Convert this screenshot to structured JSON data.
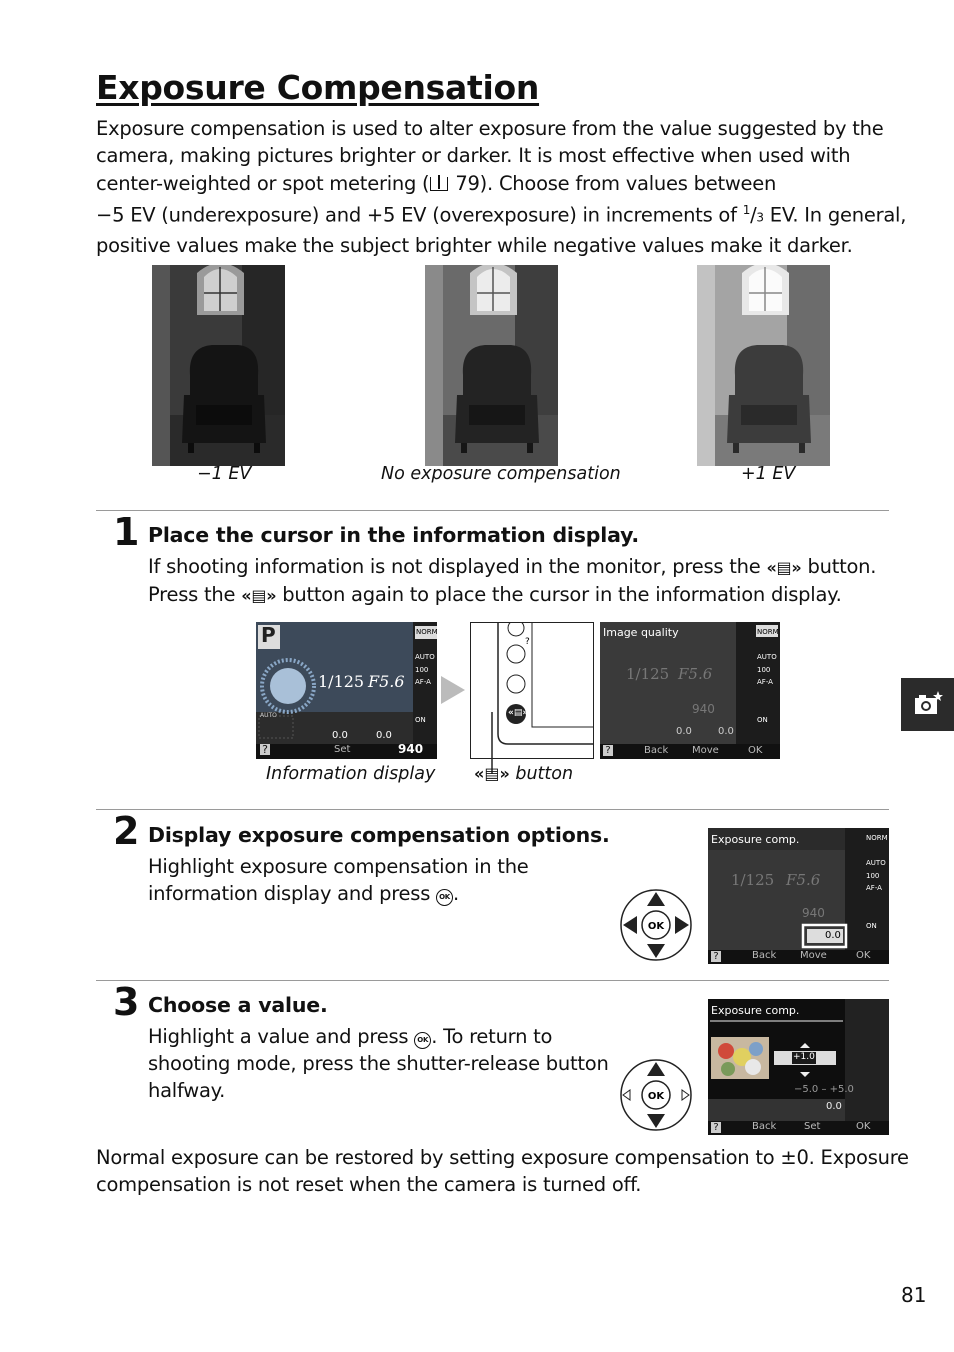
{
  "title": "Exposure Compensation",
  "intro": {
    "line1": "Exposure compensation is used to alter exposure from the value suggested by the",
    "line2": "camera, making pictures brighter or darker.  It is most effective when used with",
    "line3_a": "center-weighted or spot metering (",
    "book_icon": "🕮",
    "line3_b": " 79).  Choose from values between",
    "line4_a": "−5 EV (underexposure) and +5 EV (overexposure) in increments of ",
    "frac_num": "1",
    "frac_den": "3",
    "line4_b": " EV.  In general,",
    "line5": "positive values make the subject brighter while negative values make it darker."
  },
  "photos": {
    "captions": [
      "−1 EV",
      "No exposure compensation",
      "+1 EV"
    ]
  },
  "step1": {
    "number": "1",
    "title": "Place the cursor in the information display.",
    "line1_a": "If shooting information is not displayed in the monitor, press the ",
    "line1_b": " button.",
    "line2_a": "Press the ",
    "line2_b": " button again to place the cursor in the information display.",
    "caption_display": "Information display",
    "caption_button": " button",
    "info_button_glyph": "«▤»",
    "screen1": {
      "mode": "P",
      "shutter": "1/125",
      "aperture": "F5.6",
      "quality": "NORM",
      "wb": "AUTO",
      "iso": "100",
      "af": "AF-A",
      "adl": "ON",
      "flash_comp": "0.0",
      "exp_comp": "0.0",
      "set_label": "Set",
      "frames": "940",
      "auto": "AUTO"
    },
    "screen2": {
      "heading": "Image quality",
      "back": "Back",
      "move": "Move",
      "ok": "OK"
    }
  },
  "step2": {
    "number": "2",
    "title": "Display exposure compensation options.",
    "line1": "Highlight exposure compensation in the",
    "line2_a": "information display and press ",
    "line2_b": ".",
    "screen": {
      "heading": "Exposure comp.",
      "value": "0.0"
    }
  },
  "step3": {
    "number": "3",
    "title": "Choose a value.",
    "line1_a": "Highlight a value and press ",
    "line1_b": ".  To return to",
    "line2": "shooting mode, press the shutter-release button",
    "line3": "halfway.",
    "screen": {
      "heading": "Exposure comp.",
      "value": "+1.0",
      "scale": "−5.0 – +5.0",
      "set": "Set"
    }
  },
  "outro": {
    "line1": "Normal exposure can be restored by setting exposure compensation to ±0.  Exposure",
    "line2": "compensation is not reset when the camera is turned off."
  },
  "ok_glyph": "OK",
  "page_number": "81"
}
